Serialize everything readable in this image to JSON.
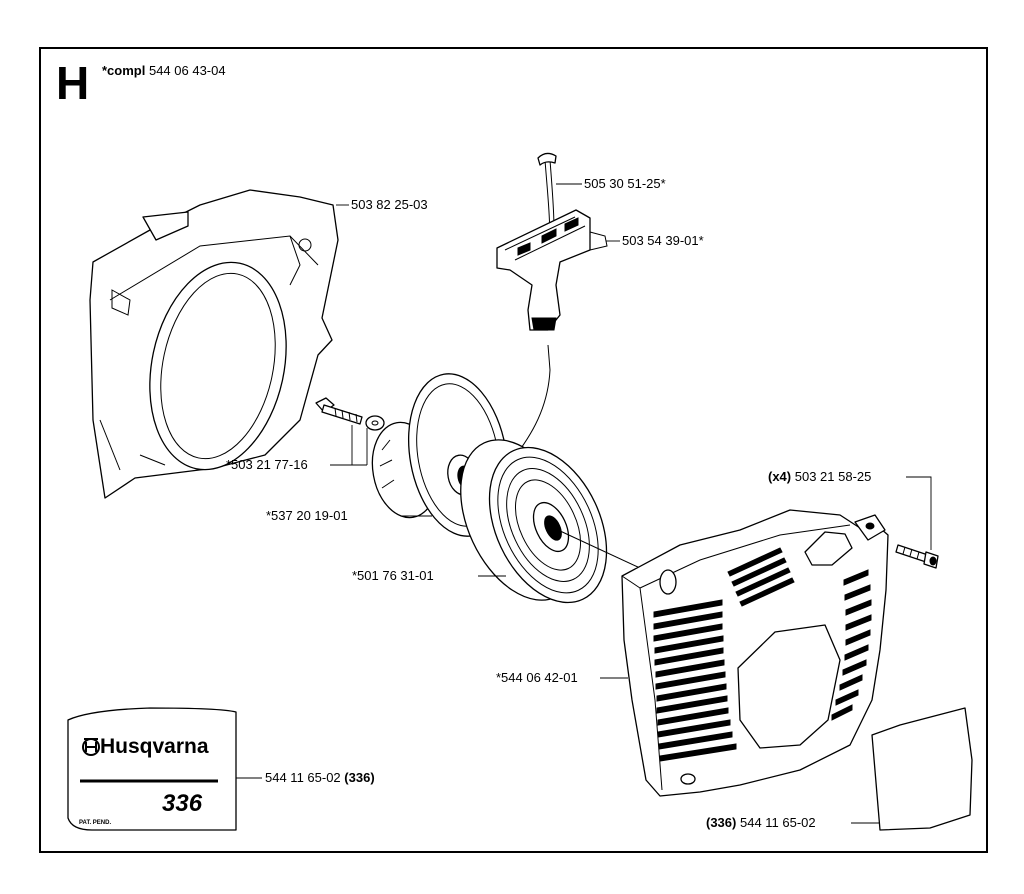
{
  "section": {
    "letter": "H",
    "compl_prefix": "*compl",
    "compl_number": "544 06 43-04"
  },
  "labels": {
    "fan_housing": "503 82 25-03",
    "rope": "505 30 51-25*",
    "handle": "503 54 39-01*",
    "screw_washer": "*503 21 77-16",
    "pulley": "*537 20 19-01",
    "spring_cassette": "*501 76 31-01",
    "screws_qty": "(x4)",
    "screws_number": "503 21 58-25",
    "starter_cover": "*544 06 42-01",
    "decal_left_number": "544 11 65-02",
    "decal_left_model": "(336)",
    "decal_right_model": "(336)",
    "decal_right_number": "544 11 65-02"
  },
  "decal": {
    "brand": "Husqvarna",
    "model": "336",
    "patent": "PAT. PEND."
  }
}
